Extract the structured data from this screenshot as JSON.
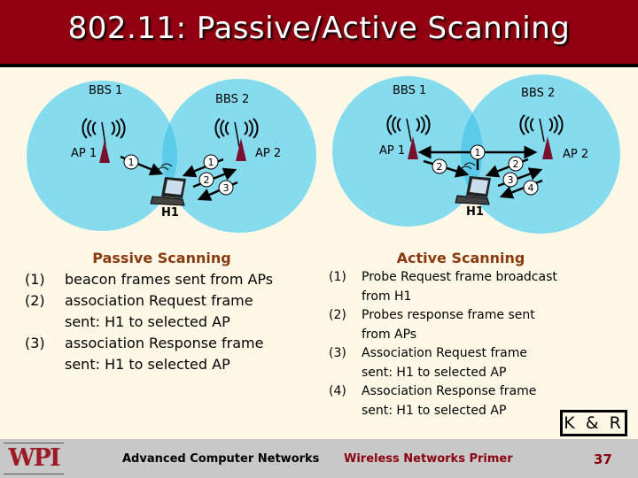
{
  "slide": {
    "title": "802.11: Passive/Active Scanning"
  },
  "passive_diagram": {
    "bss1_label": "BBS 1",
    "bss2_label": "BBS 2",
    "ap1_label": "AP 1",
    "ap2_label": "AP 2",
    "host_label": "H1",
    "markers": [
      "1",
      "1",
      "2",
      "3"
    ]
  },
  "active_diagram": {
    "bss1_label": "BBS 1",
    "bss2_label": "BBS 2",
    "ap1_label": "AP 1",
    "ap2_label": "AP 2",
    "host_label": "H1",
    "markers": [
      "1",
      "2",
      "2",
      "3",
      "4"
    ]
  },
  "passive": {
    "heading": "Passive Scanning",
    "steps": [
      {
        "num": "(1)",
        "lines": [
          "beacon frames sent from APs"
        ]
      },
      {
        "num": "(2)",
        "lines": [
          "association Request frame",
          "sent: H1 to selected AP"
        ]
      },
      {
        "num": "(3)",
        "lines": [
          "association Response frame",
          "sent: H1 to selected AP"
        ]
      }
    ]
  },
  "active": {
    "heading": "Active Scanning",
    "steps": [
      {
        "num": "(1)",
        "lines": [
          "Probe Request frame broadcast",
          "from H1"
        ]
      },
      {
        "num": "(2)",
        "lines": [
          "Probes response frame sent",
          "from APs"
        ]
      },
      {
        "num": "(3)",
        "lines": [
          "Association Request frame",
          "sent: H1 to selected AP"
        ]
      },
      {
        "num": "(4)",
        "lines": [
          "Association Response frame",
          "sent: H1 to selected AP"
        ]
      }
    ]
  },
  "credit": "K & R",
  "footer": {
    "logo": "WPI",
    "course": "Advanced Computer Networks",
    "topic": "Wireless Networks Primer",
    "page_number": "37"
  },
  "colors": {
    "title_bar": "#900010",
    "background": "#fff8e6",
    "circle": "#86dcee",
    "overlap": "#5ccbea",
    "heading": "#8b3a10",
    "footer": "#c8c8c8",
    "accent": "#8b0010"
  }
}
